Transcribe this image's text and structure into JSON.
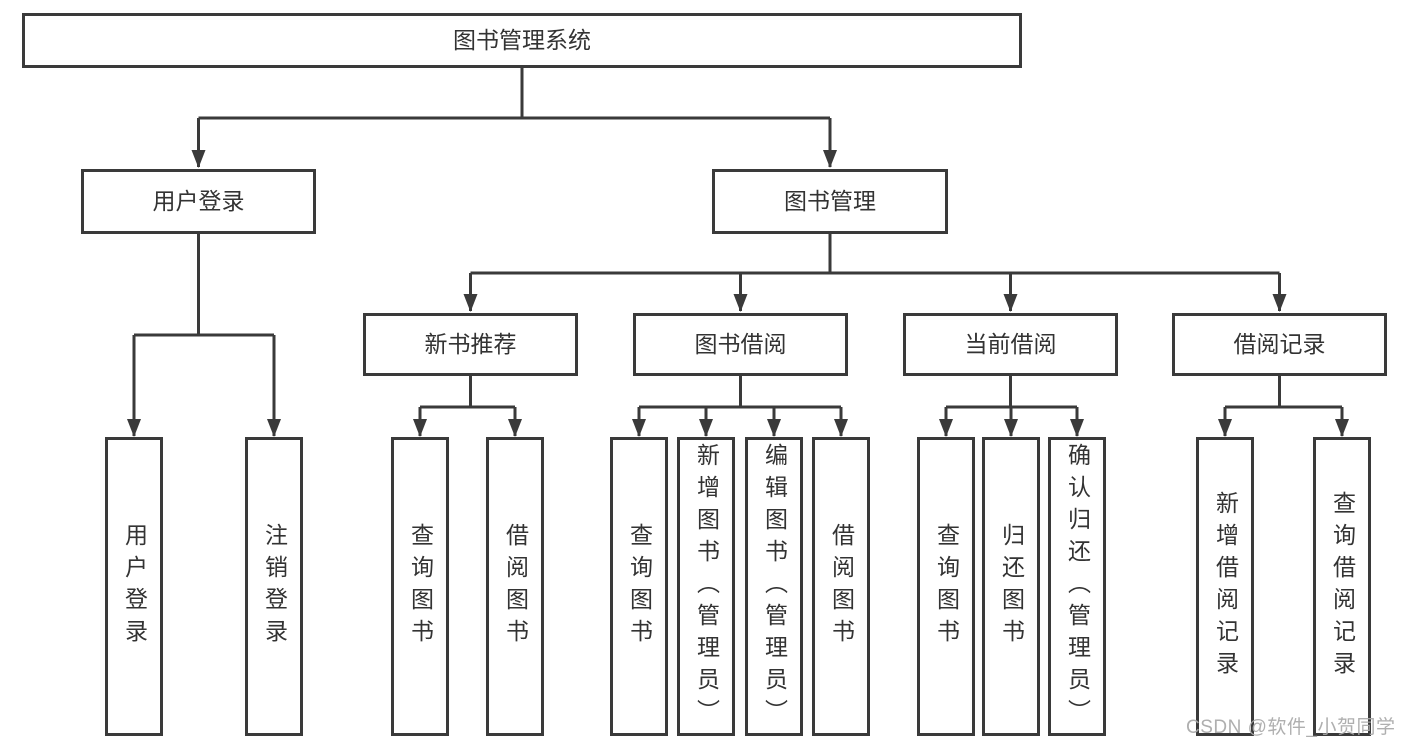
{
  "nodes": {
    "root": "图书管理系统",
    "user_login": "用户登录",
    "book_management": "图书管理",
    "new_book_recommend": "新书推荐",
    "book_borrow": "图书借阅",
    "current_borrow": "当前借阅",
    "borrow_record": "借阅记录"
  },
  "leaves": {
    "login": [
      "用户登录",
      "注销登录"
    ],
    "recommend": [
      "查询图书",
      "借阅图书"
    ],
    "borrow": [
      "查询图书",
      "新增图书（管理员）",
      "编辑图书（管理员）",
      "借阅图书"
    ],
    "current": [
      "查询图书",
      "归还图书",
      "确认归还（管理员）"
    ],
    "record": [
      "新增借阅记录",
      "查询借阅记录"
    ]
  },
  "watermark": "CSDN @软件_小贺同学",
  "colors": {
    "line": "#3a3a3a",
    "text": "#333333",
    "watermark": "#aaaaaa",
    "background": "#ffffff"
  }
}
